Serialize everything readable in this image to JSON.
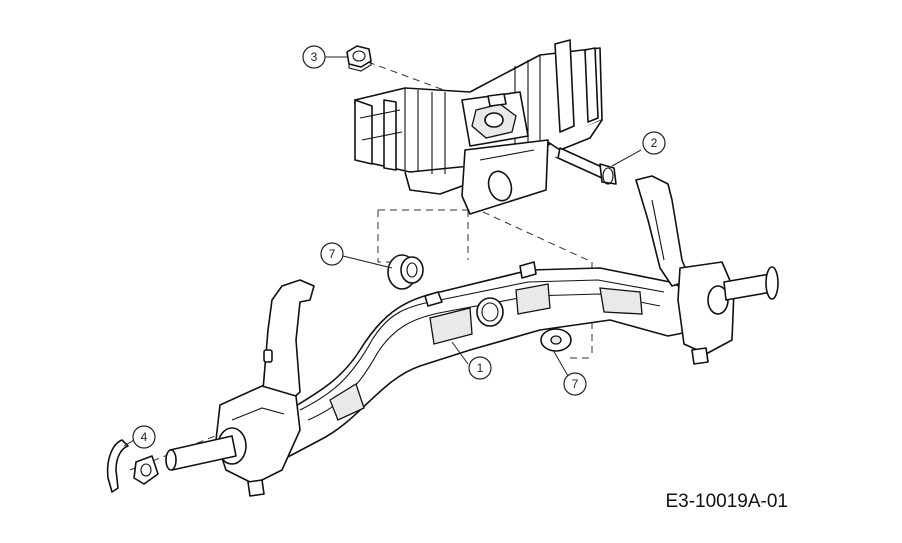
{
  "drawing_code": "E3-10019A-01",
  "callouts": [
    {
      "id": "callout-3",
      "number": "3"
    },
    {
      "id": "callout-2",
      "number": "2"
    },
    {
      "id": "callout-7a",
      "number": "7"
    },
    {
      "id": "callout-1",
      "number": "1"
    },
    {
      "id": "callout-7b",
      "number": "7"
    },
    {
      "id": "callout-4",
      "number": "4"
    }
  ],
  "colors": {
    "line": "#111111",
    "background": "#ffffff"
  }
}
